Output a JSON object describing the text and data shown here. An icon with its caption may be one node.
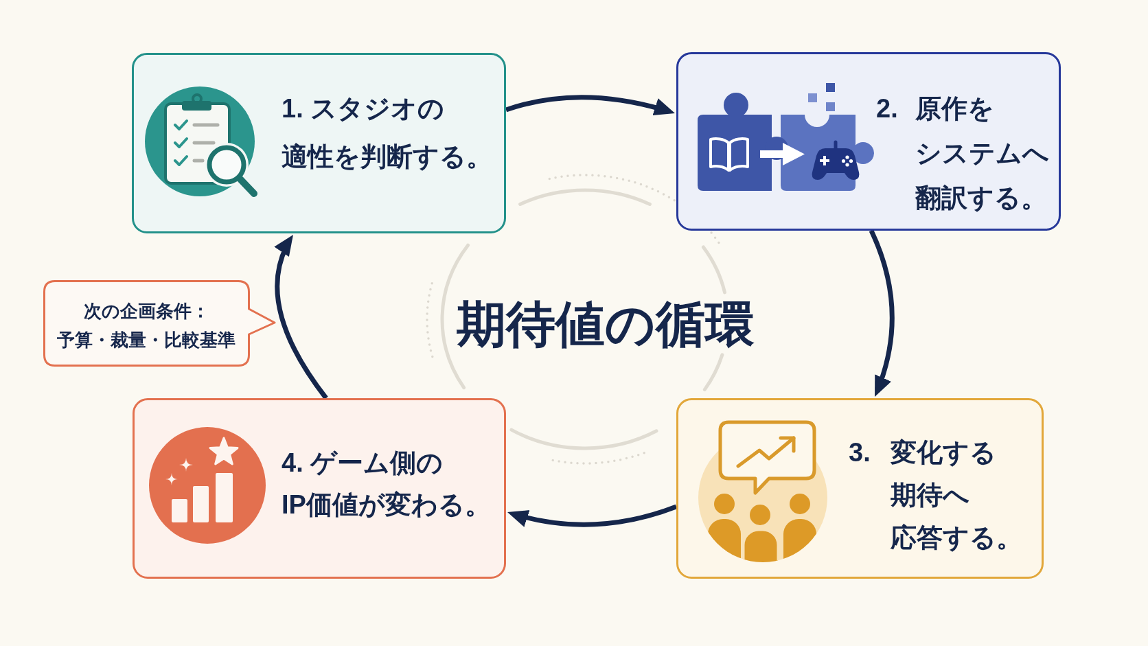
{
  "diagram": {
    "title": "期待値の循環",
    "nodes": [
      {
        "text": [
          "1. スタジオの適性を判断する。"
        ]
      },
      {
        "text": [
          "2. 原作をシステムへ翻訳する。"
        ]
      },
      {
        "text": [
          "3. 変化する期待へ応答する。"
        ]
      },
      {
        "text": [
          "4. ゲーム側のIP価値が変わる。"
        ]
      },
      {
        "text": [
          "次の企画条件：予算・裁量・比較基準"
        ]
      }
    ],
    "edges": [
      {
        "from": 0,
        "to": 1,
        "arrow": "to"
      },
      {
        "from": 1,
        "to": 2,
        "arrow": "to"
      },
      {
        "from": 2,
        "to": 3,
        "arrow": "to"
      },
      {
        "from": 3,
        "to": 0,
        "arrow": "to"
      }
    ]
  }
}
